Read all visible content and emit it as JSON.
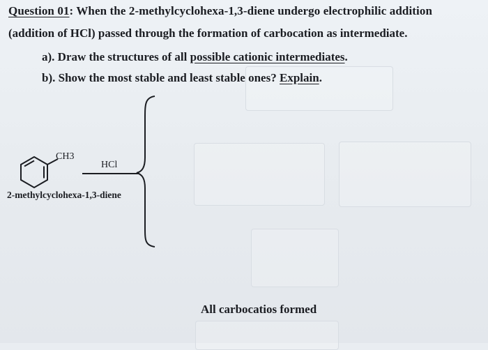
{
  "question": {
    "label": "Question 01",
    "line1": ": When the 2-methylcyclohexa-1,3-diene undergo electrophilic addition",
    "line2": "(addition of HCl) passed through the formation of carbocation as intermediate."
  },
  "part_a": {
    "prefix": "a). Draw the structures of all ",
    "emphasis": "possible cationic intermediates",
    "suffix": "."
  },
  "part_b": {
    "prefix": "b). Show the most stable and least stable ones? ",
    "emphasis": "Explain",
    "suffix": "."
  },
  "reaction": {
    "substituent": "CH3",
    "reagent": "HCl",
    "molecule_name": "2-methylcyclohexa-1,3-diene"
  },
  "footer": {
    "text": "All carbocatios formed"
  }
}
